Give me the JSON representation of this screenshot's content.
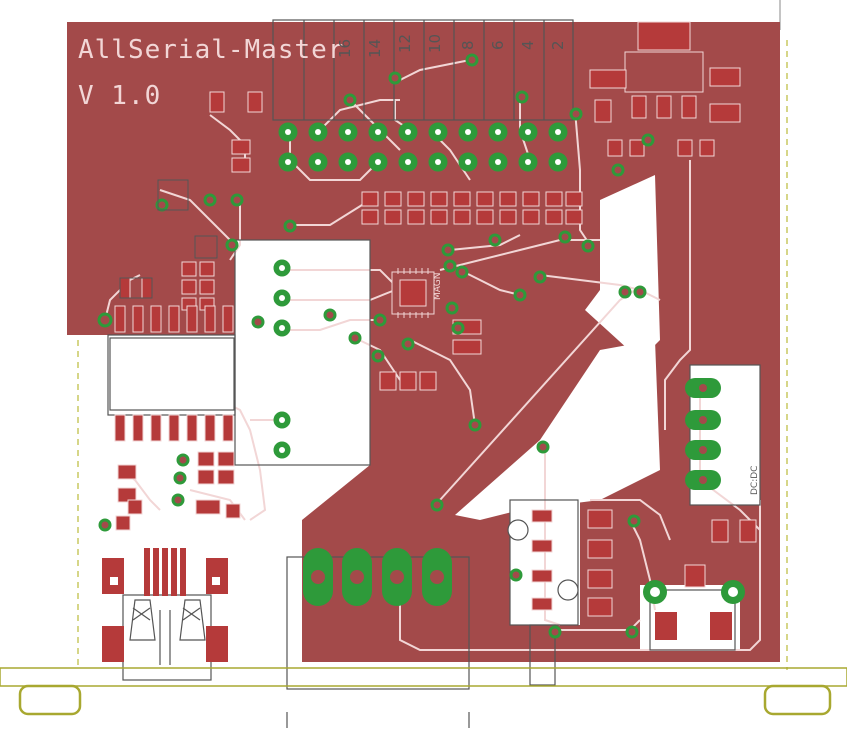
{
  "board": {
    "title": "AllSerial-Master",
    "version": "V 1.0",
    "header_pin_labels": [
      "16",
      "14",
      "12",
      "10",
      "8",
      "6",
      "4",
      "2"
    ],
    "dcdc_label": "DC:DC",
    "chip_label": "MAGN"
  },
  "colors": {
    "copper": "#a34a4a",
    "copper_pad": "#b53a3a",
    "trace_outline": "#f2d6d6",
    "via_green": "#2e9a3a",
    "outline": "#555555",
    "mount_yellow": "#a8a830",
    "background": "#ffffff"
  },
  "icons": {
    "usb_connector": "usb-mini-connector-icon",
    "terminal_block": "screw-terminal-icon",
    "ic_chip": "qfn-chip-icon"
  }
}
